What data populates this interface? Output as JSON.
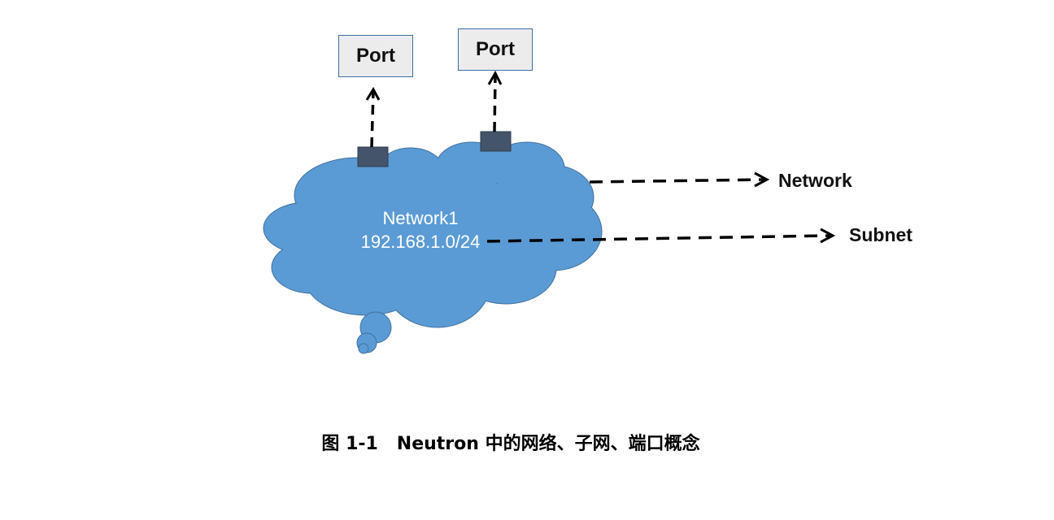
{
  "ports": [
    {
      "label": "Port"
    },
    {
      "label": "Port"
    }
  ],
  "network": {
    "name": "Network1",
    "cidr": "192.168.1.0/24"
  },
  "callouts": {
    "network": "Network",
    "subnet": "Subnet"
  },
  "caption": "图 1-1   Neutron 中的网络、子网、端口概念",
  "colors": {
    "cloud_fill": "#5b9bd5",
    "cloud_stroke": "#41719c",
    "port_connector": "#44546a",
    "port_box_fill": "#ececec",
    "port_box_border": "#3d6fa8",
    "arrow": "#000000"
  }
}
